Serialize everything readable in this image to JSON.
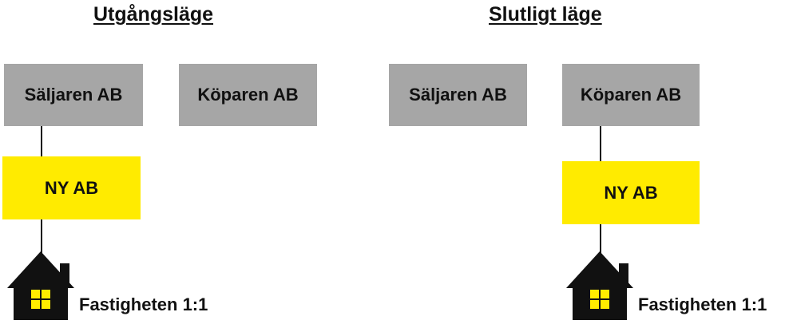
{
  "initial_state": {
    "title": "Utgångsläge",
    "seller_label": "Säljaren AB",
    "buyer_label": "Köparen AB",
    "new_company_label": "NY AB",
    "property_label": "Fastigheten 1:1"
  },
  "final_state": {
    "title": "Slutligt läge",
    "seller_label": "Säljaren AB",
    "buyer_label": "Köparen AB",
    "new_company_label": "NY AB",
    "property_label": "Fastigheten 1:1"
  },
  "colors": {
    "company_box": "#a6a6a6",
    "new_company_box": "#ffeb00",
    "house": "#111111",
    "house_window": "#ffeb00"
  }
}
